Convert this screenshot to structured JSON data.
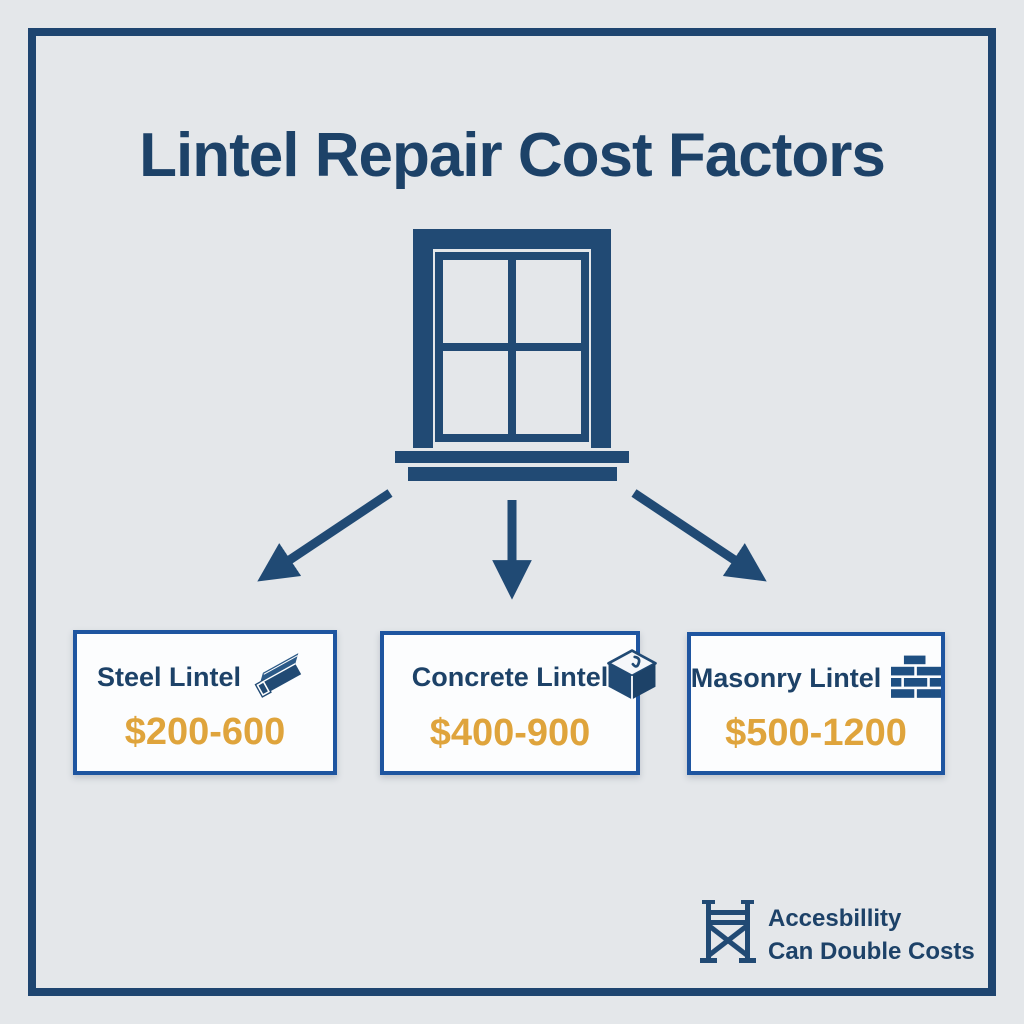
{
  "title": "Lintel Repair Cost Factors",
  "colors": {
    "background": "#e4e7ea",
    "frame_border": "#1e4570",
    "navy_text": "#1d4268",
    "icon_blue": "#214a74",
    "card_border": "#1e55a0",
    "price_gold": "#dfa43c",
    "card_background": "#fcfdfe"
  },
  "center_icon": "window-icon",
  "factors": [
    {
      "label": "Steel Lintel",
      "icon": "steel-beam-icon",
      "price": "$200-600"
    },
    {
      "label": "Concrete Lintel",
      "icon": "concrete-block-icon",
      "price": "$400-900"
    },
    {
      "label": "Masonry Lintel",
      "icon": "brick-wall-icon",
      "price": "$500-1200"
    }
  ],
  "note": {
    "icon": "scaffold-icon",
    "line1": "Accesbillity",
    "line2": "Can Double Costs"
  }
}
